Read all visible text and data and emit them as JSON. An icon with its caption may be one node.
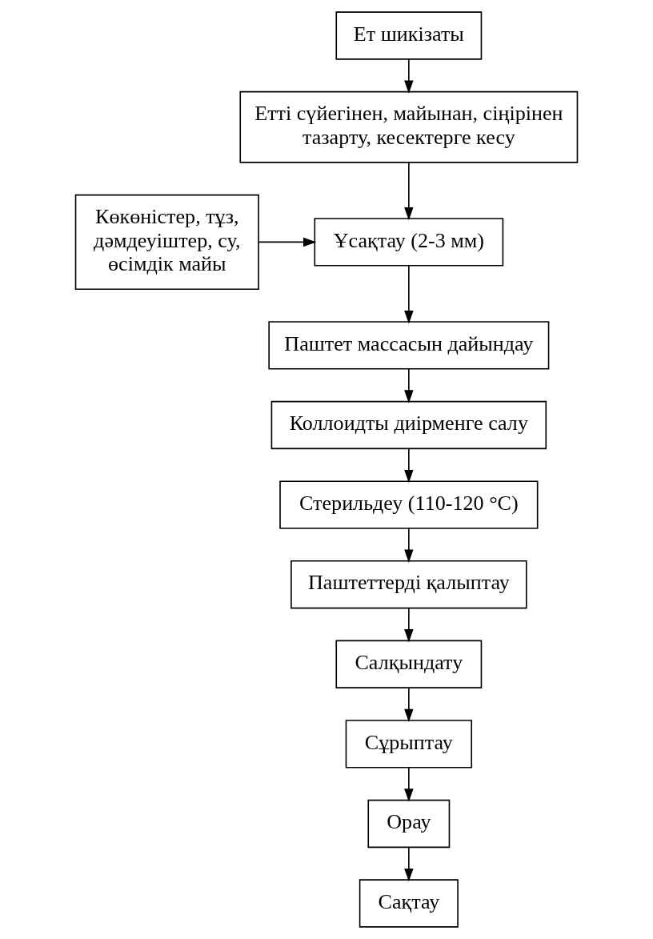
{
  "diagram": {
    "nodes": [
      {
        "text": [
          "Ет шикізаты"
        ]
      },
      {
        "text": [
          "Етті сүйегінен, майынан, сіңірінен тазарту, кесектерге кесу"
        ]
      },
      {
        "text": [
          "Көкөністер, тұз, дәмдеуіштер, су, өсімдік майы"
        ]
      },
      {
        "text": [
          "Ұсақтау (2-3 мм)"
        ]
      },
      {
        "text": [
          "Паштет массасын дайындау"
        ]
      },
      {
        "text": [
          "Коллоидты диірменге салу"
        ]
      },
      {
        "text": [
          "Стерильдеу (110-120 °C)"
        ]
      },
      {
        "text": [
          "Паштеттерді қалыптау"
        ]
      },
      {
        "text": [
          "Салқындату"
        ]
      },
      {
        "text": [
          "Сұрыптау"
        ]
      },
      {
        "text": [
          "Орау"
        ]
      },
      {
        "text": [
          "Сақтау"
        ]
      }
    ],
    "edges": [
      {
        "from": 0,
        "to": 1,
        "arrow": "to"
      },
      {
        "from": 1,
        "to": 3,
        "arrow": "to"
      },
      {
        "from": 2,
        "to": 3,
        "arrow": "to"
      },
      {
        "from": 3,
        "to": 4,
        "arrow": "to"
      },
      {
        "from": 4,
        "to": 5,
        "arrow": "to"
      },
      {
        "from": 5,
        "to": 6,
        "arrow": "to"
      },
      {
        "from": 6,
        "to": 7,
        "arrow": "to"
      },
      {
        "from": 7,
        "to": 8,
        "arrow": "to"
      },
      {
        "from": 8,
        "to": 9,
        "arrow": "to"
      },
      {
        "from": 9,
        "to": 10,
        "arrow": "to"
      },
      {
        "from": 10,
        "to": 11,
        "arrow": "to"
      }
    ]
  }
}
